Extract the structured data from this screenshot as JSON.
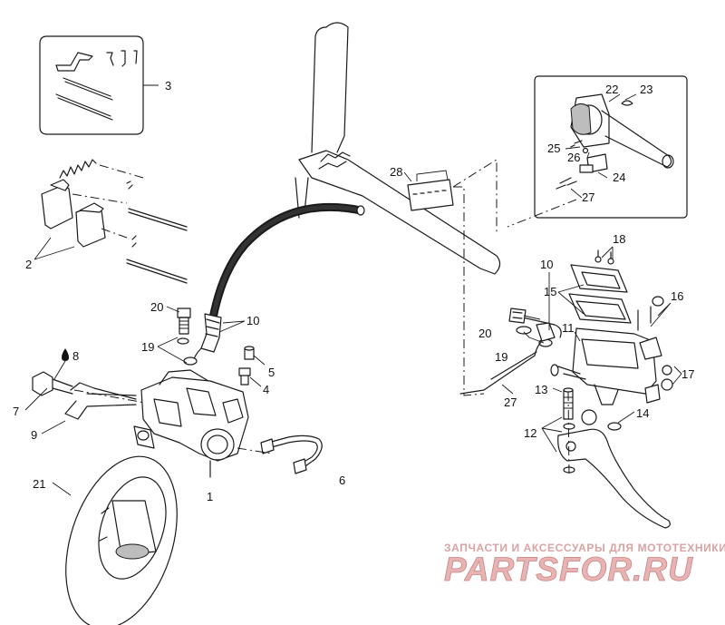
{
  "callouts": {
    "c1": "1",
    "c2": "2",
    "c3": "3",
    "c4": "4",
    "c5": "5",
    "c6": "6",
    "c7": "7",
    "c8": "8",
    "c9": "9",
    "c10a": "10",
    "c10b": "10",
    "c11": "11",
    "c12": "12",
    "c13": "13",
    "c14": "14",
    "c15": "15",
    "c16": "16",
    "c17": "17",
    "c18": "18",
    "c19a": "19",
    "c19b": "19",
    "c20a": "20",
    "c20b": "20",
    "c21": "21",
    "c22": "22",
    "c23": "23",
    "c24": "24",
    "c25": "25",
    "c26": "26",
    "c27a": "27",
    "c27b": "27",
    "c28": "28"
  },
  "watermark": {
    "tagline": "ЗАПЧАСТИ И АКСЕССУАРЫ ДЛЯ МОТОТЕХНИКИ",
    "brand": "PARTSFOR.RU"
  },
  "colors": {
    "ink": "#1a1a1a",
    "watermark": "#e8b3b3"
  }
}
